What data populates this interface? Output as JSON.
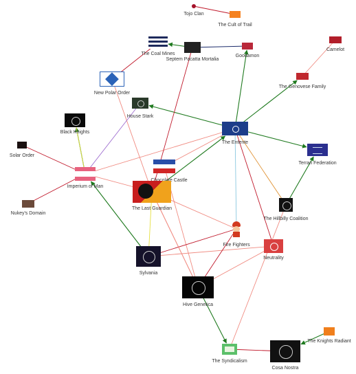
{
  "nodes": [
    {
      "id": "tojo",
      "label": "Tojo Clan",
      "style": "dot"
    },
    {
      "id": "cult",
      "label": "The Cult of Trail",
      "style": "orange"
    },
    {
      "id": "coal",
      "label": "The Coal Mines",
      "style": "coalmines"
    },
    {
      "id": "septem",
      "label": "Septem Pacatta Mortalia",
      "style": "dark"
    },
    {
      "id": "goodamon",
      "label": "Goodamon",
      "style": "goodamon"
    },
    {
      "id": "camelot",
      "label": "Camelot",
      "style": "camelot"
    },
    {
      "id": "newpolar",
      "label": "New Polar Order",
      "style": "blueflag"
    },
    {
      "id": "genovese",
      "label": "The Genovese Family",
      "style": "genovese"
    },
    {
      "id": "stark",
      "label": "House Stark",
      "style": "stark"
    },
    {
      "id": "blackknights",
      "label": "Black Knights",
      "style": "black"
    },
    {
      "id": "entente",
      "label": "The Entente",
      "style": "entente"
    },
    {
      "id": "terran",
      "label": "Terran Federation",
      "style": "terran"
    },
    {
      "id": "solar",
      "label": "Solar Order",
      "style": "solar"
    },
    {
      "id": "choc",
      "label": "Chocolate Castle",
      "style": "choc"
    },
    {
      "id": "imperium",
      "label": "Imperium of Man",
      "style": "imperium"
    },
    {
      "id": "lastguardian",
      "label": "The Last Guardian",
      "style": "lastguardian"
    },
    {
      "id": "nukey",
      "label": "Nukey's Domain",
      "style": "nukey"
    },
    {
      "id": "hillbilly",
      "label": "The Hillbilly Coalition",
      "style": "hillbilly"
    },
    {
      "id": "firefighters",
      "label": "Fire Fighters",
      "style": "firefighters"
    },
    {
      "id": "neutrality",
      "label": "Neutrality",
      "style": "neutrality"
    },
    {
      "id": "sylvania",
      "label": "Sylvania",
      "style": "sylvania"
    },
    {
      "id": "hive",
      "label": "Hive Genetica",
      "style": "hive"
    },
    {
      "id": "synd",
      "label": "The Syndicalism",
      "style": "synd"
    },
    {
      "id": "cosa",
      "label": "Cosa Nostra",
      "style": "cosa"
    },
    {
      "id": "radiant",
      "label": "The Knights Radiant",
      "style": "radiant"
    }
  ],
  "edge_colors": {
    "green": "#1f7a1f",
    "red": "#c0182a",
    "salmon": "#f08a80",
    "navy": "#1a2a6a",
    "yellow": "#e6e040",
    "purple": "#a070d0",
    "lightblue": "#8ac8e0",
    "orange": "#e09030"
  },
  "edges": [
    {
      "from": "tojo",
      "to": "cult",
      "color": "red",
      "arrow": false
    },
    {
      "from": "septem",
      "to": "coal",
      "color": "green",
      "arrow": true
    },
    {
      "from": "septem",
      "to": "goodamon",
      "color": "navy",
      "arrow": false
    },
    {
      "from": "newpolar",
      "to": "coal",
      "color": "red",
      "arrow": false
    },
    {
      "from": "genovese",
      "to": "camelot",
      "color": "salmon",
      "arrow": false
    },
    {
      "from": "newpolar",
      "to": "lastguardian",
      "color": "salmon",
      "arrow": false
    },
    {
      "from": "entente",
      "to": "stark",
      "color": "green",
      "arrow": true
    },
    {
      "from": "entente",
      "to": "goodamon",
      "color": "green",
      "arrow": true
    },
    {
      "from": "entente",
      "to": "genovese",
      "color": "green",
      "arrow": true
    },
    {
      "from": "entente",
      "to": "terran",
      "color": "green",
      "arrow": true
    },
    {
      "from": "entente",
      "to": "imperium",
      "color": "salmon",
      "arrow": false
    },
    {
      "from": "entente",
      "to": "choc",
      "color": "salmon",
      "arrow": false
    },
    {
      "from": "entente",
      "to": "firefighters",
      "color": "lightblue",
      "arrow": false
    },
    {
      "from": "entente",
      "to": "hillbilly",
      "color": "orange",
      "arrow": false
    },
    {
      "from": "entente",
      "to": "neutrality",
      "color": "red",
      "arrow": false
    },
    {
      "from": "lastguardian",
      "to": "entente",
      "color": "green",
      "arrow": true
    },
    {
      "from": "imperium",
      "to": "blackknights",
      "color": "green",
      "arrow": true
    },
    {
      "from": "imperium",
      "to": "blackknights",
      "color": "yellow",
      "arrow": false
    },
    {
      "from": "stark",
      "to": "imperium",
      "color": "purple",
      "arrow": false
    },
    {
      "from": "solar",
      "to": "imperium",
      "color": "red",
      "arrow": false
    },
    {
      "from": "nukey",
      "to": "imperium",
      "color": "red",
      "arrow": false
    },
    {
      "from": "imperium",
      "to": "lastguardian",
      "color": "salmon",
      "arrow": false
    },
    {
      "from": "lastguardian",
      "to": "firefighters",
      "color": "salmon",
      "arrow": false
    },
    {
      "from": "choc",
      "to": "hive",
      "color": "salmon",
      "arrow": false
    },
    {
      "from": "septem",
      "to": "lastguardian",
      "color": "red",
      "arrow": false
    },
    {
      "from": "sylvania",
      "to": "imperium",
      "color": "green",
      "arrow": true
    },
    {
      "from": "sylvania",
      "to": "lastguardian",
      "color": "yellow",
      "arrow": false
    },
    {
      "from": "sylvania",
      "to": "firefighters",
      "color": "red",
      "arrow": false
    },
    {
      "from": "sylvania",
      "to": "neutrality",
      "color": "salmon",
      "arrow": false
    },
    {
      "from": "hive",
      "to": "firefighters",
      "color": "red",
      "arrow": false
    },
    {
      "from": "hive",
      "to": "neutrality",
      "color": "salmon",
      "arrow": false
    },
    {
      "from": "hive",
      "to": "synd",
      "color": "green",
      "arrow": true
    },
    {
      "from": "lastguardian",
      "to": "hive",
      "color": "salmon",
      "arrow": false
    },
    {
      "from": "hillbilly",
      "to": "terran",
      "color": "green",
      "arrow": true
    },
    {
      "from": "hillbilly",
      "to": "synd",
      "color": "salmon",
      "arrow": false
    },
    {
      "from": "cosa",
      "to": "synd",
      "color": "red",
      "arrow": false
    },
    {
      "from": "radiant",
      "to": "cosa",
      "color": "green",
      "arrow": true
    },
    {
      "from": "hive",
      "to": "lastguardian",
      "color": "salmon",
      "arrow": false
    }
  ]
}
